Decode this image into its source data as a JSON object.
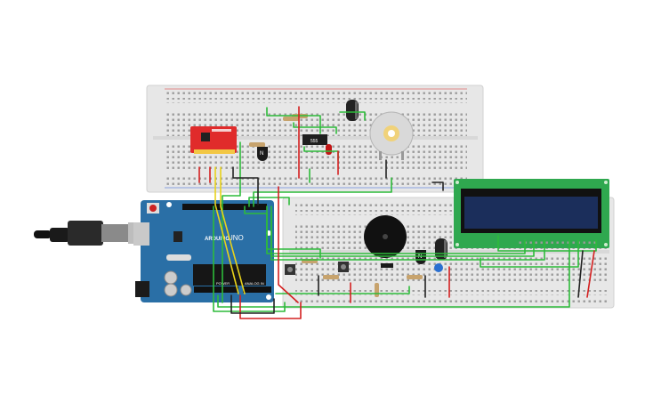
{
  "arduino": {
    "brand": "ARDUINO",
    "model": "UNO",
    "power_label": "POWER",
    "analog_label": "ANALOG IN"
  },
  "timer_ic": {
    "label": "555"
  },
  "transistors": [
    {
      "label": "N"
    },
    {
      "label": "N"
    }
  ],
  "colors": {
    "breadboard": "#e7e7e7",
    "arduino_board": "#2a6fa6",
    "lcd_board": "#2fa84f",
    "lcd_screen": "#1b2e5b",
    "sensor_board": "#e02b2b",
    "wire_green": "#2dbb3a",
    "wire_red": "#d42020",
    "wire_yellow": "#e8d21a",
    "wire_black": "#222222"
  }
}
